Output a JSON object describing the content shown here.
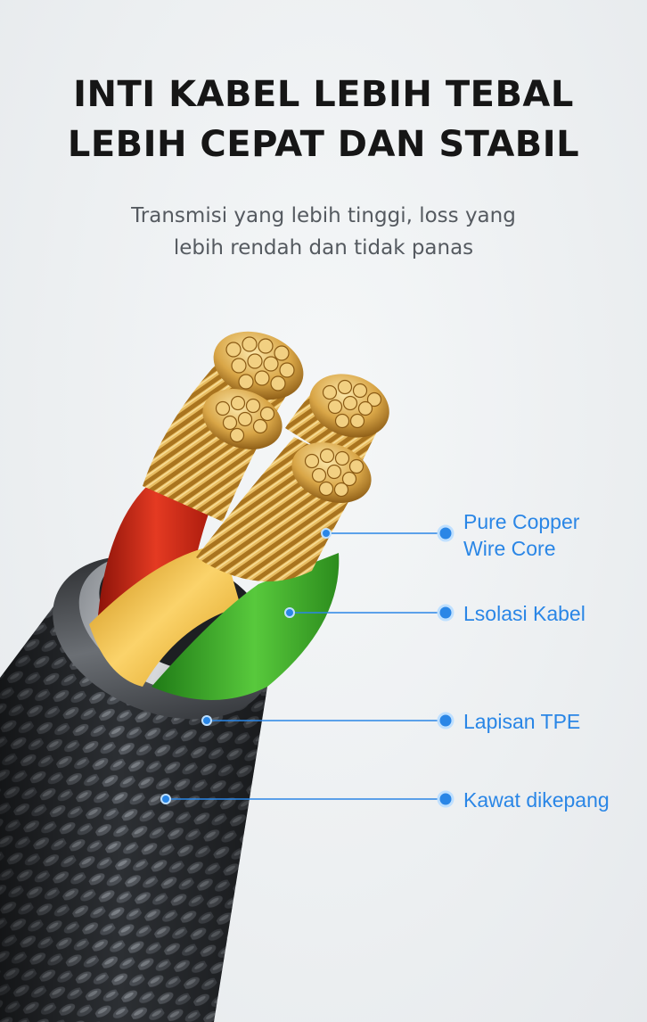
{
  "headline": {
    "line1": "INTI KABEL LEBIH TEBAL",
    "line2": "LEBIH CEPAT DAN STABIL"
  },
  "subheadline": {
    "line1": "Transmisi yang lebih tinggi, loss yang",
    "line2": "lebih rendah dan tidak panas"
  },
  "callouts": [
    {
      "line1": "Pure Copper",
      "line2": "Wire Core"
    },
    {
      "line1": "Lsolasi Kabel"
    },
    {
      "line1": "Lapisan TPE"
    },
    {
      "line1": "Kawat dikepang"
    }
  ],
  "colors": {
    "accent_blue": "#2a86e6",
    "copper": "#d9a647",
    "wire_red": "#d32616",
    "wire_yellow": "#f1b820",
    "wire_green": "#3fae2a",
    "braid": "#3a3d42"
  },
  "icons": [
    "cable-illustration",
    "callout-dot"
  ]
}
